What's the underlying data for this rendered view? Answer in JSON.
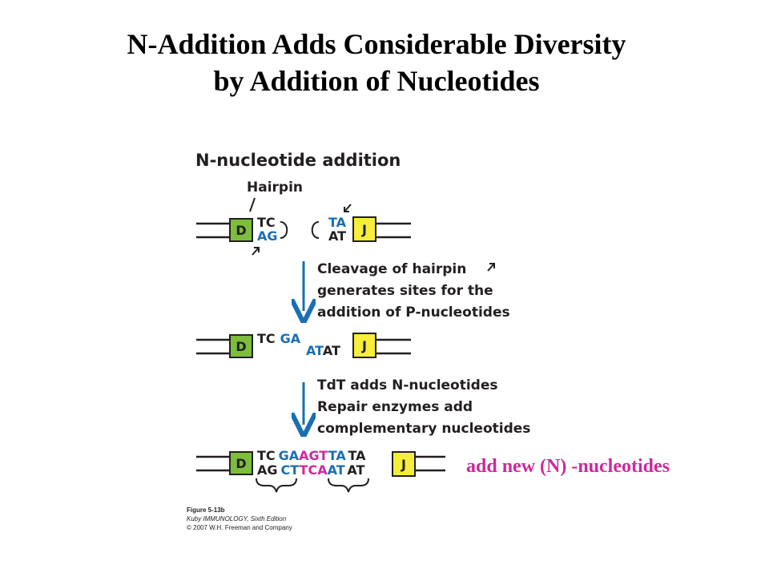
{
  "title": {
    "line1": "N-Addition Adds Considerable Diversity",
    "line2": "by Addition of Nucleotides"
  },
  "figure": {
    "heading": "N-nucleotide addition",
    "hairpin_label": "Hairpin",
    "segment_d": "D",
    "segment_j": "J",
    "step1": {
      "d_top": "TC",
      "d_bottom": "AG",
      "j_top": "TA",
      "j_bottom": "AT"
    },
    "arrow1_text": [
      "Cleavage of hairpin",
      "generates sites for the",
      "addition of P-nucleotides"
    ],
    "step2": {
      "d_top_black": "TC",
      "d_top_blue": "GA",
      "j_bottom_blue": "AT",
      "j_bottom_black": "AT"
    },
    "arrow2_text": [
      "TdT adds N-nucleotides",
      "Repair enzymes add",
      "complementary nucleotides"
    ],
    "step3": {
      "top_black1": "TC",
      "top_blue1": "GA",
      "top_magenta": "AGT",
      "top_blue2": "TA",
      "top_black2": "TA",
      "bottom_black1": "AG",
      "bottom_blue1": "CT",
      "bottom_magenta": "TCA",
      "bottom_blue2": "AT",
      "bottom_black2": "AT"
    },
    "caption": {
      "figure_number": "Figure 5-13b",
      "book": "Kuby IMMUNOLOGY, Sixth Edition",
      "copyright": "© 2007 W.H. Freeman and Company"
    }
  },
  "annotation": "add new (N) -nucleotides",
  "colors": {
    "d_box": "#7cbd3c",
    "j_box": "#f6ee3a",
    "blue": "#1a6fb3",
    "magenta": "#cc2a9c",
    "arrow": "#1a6fb3"
  }
}
